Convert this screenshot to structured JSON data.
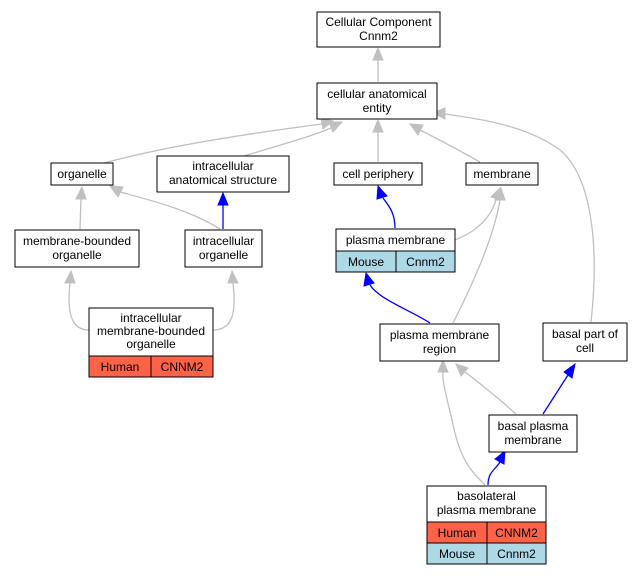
{
  "colors": {
    "human": "#ff6347",
    "mouse": "#add8e6",
    "edge_is_a": "#c0c0c0",
    "edge_part_of": "#0000ff"
  },
  "nodes": {
    "root": {
      "lines": [
        "Cellular Component",
        "Cnnm2"
      ]
    },
    "cellular_anatomical_entity": {
      "lines": [
        "cellular anatomical",
        "entity"
      ]
    },
    "organelle": {
      "lines": [
        "organelle"
      ]
    },
    "intracellular_anatomical_structure": {
      "lines": [
        "intracellular",
        "anatomical structure"
      ]
    },
    "cell_periphery": {
      "lines": [
        "cell periphery"
      ]
    },
    "membrane": {
      "lines": [
        "membrane"
      ]
    },
    "membrane_bounded_organelle": {
      "lines": [
        "membrane-bounded",
        "organelle"
      ]
    },
    "intracellular_organelle": {
      "lines": [
        "intracellular",
        "organelle"
      ]
    },
    "plasma_membrane": {
      "lines": [
        "plasma membrane"
      ],
      "annotations": [
        {
          "species": "Mouse",
          "gene": "Cnnm2"
        }
      ]
    },
    "intracellular_membrane_bounded_organelle": {
      "lines": [
        "intracellular",
        "membrane-bounded",
        "organelle"
      ],
      "annotations": [
        {
          "species": "Human",
          "gene": "CNNM2"
        }
      ]
    },
    "plasma_membrane_region": {
      "lines": [
        "plasma membrane",
        "region"
      ]
    },
    "basal_part_of_cell": {
      "lines": [
        "basal part of",
        "cell"
      ]
    },
    "basal_plasma_membrane": {
      "lines": [
        "basal plasma",
        "membrane"
      ]
    },
    "basolateral_plasma_membrane": {
      "lines": [
        "basolateral",
        "plasma membrane"
      ],
      "annotations": [
        {
          "species": "Human",
          "gene": "CNNM2"
        },
        {
          "species": "Mouse",
          "gene": "Cnnm2"
        }
      ]
    }
  }
}
